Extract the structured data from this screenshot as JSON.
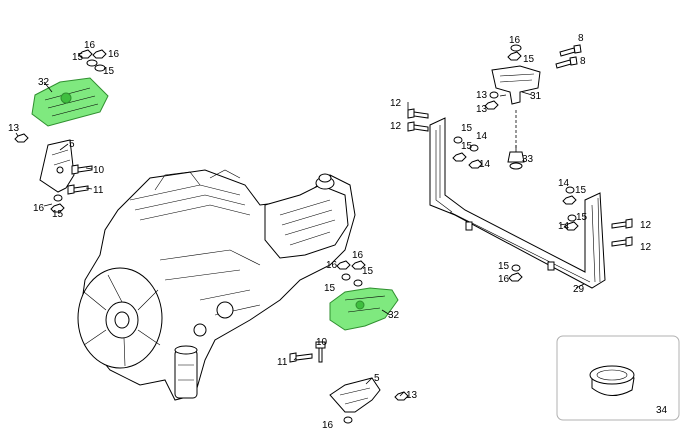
{
  "diagram": {
    "labels": {
      "top_left_16": "16",
      "top_left_16b": "16",
      "top_left_15": "15",
      "top_left_15b": "15",
      "top_left_32": "32",
      "left_13": "13",
      "left_5": "5",
      "left_10": "10",
      "left_11": "11",
      "left_16": "16",
      "left_15": "15",
      "mid_16a": "16",
      "mid_16b": "16",
      "mid_15a": "15",
      "mid_15b": "15",
      "mid_32": "32",
      "bot_11": "11",
      "bot_10": "10",
      "bot_5": "5",
      "bot_13": "13",
      "bot_16": "16",
      "top_right_16": "16",
      "top_right_15": "15",
      "top_right_13": "13",
      "top_right_13b": "13",
      "top_right_8a": "8",
      "top_right_8b": "8",
      "top_right_31": "31",
      "right_12a": "12",
      "right_12b": "12",
      "right_15a": "15",
      "right_15b": "15",
      "right_14a": "14",
      "right_14b": "14",
      "right_33": "33",
      "far_14": "14",
      "far_15": "15",
      "far_15b": "15",
      "far_14b": "14",
      "far_12a": "12",
      "far_12b": "12",
      "frame_15": "15",
      "frame_16": "16",
      "frame_29": "29",
      "inset_34": "34"
    },
    "highlight_color": "#5fe35f"
  }
}
